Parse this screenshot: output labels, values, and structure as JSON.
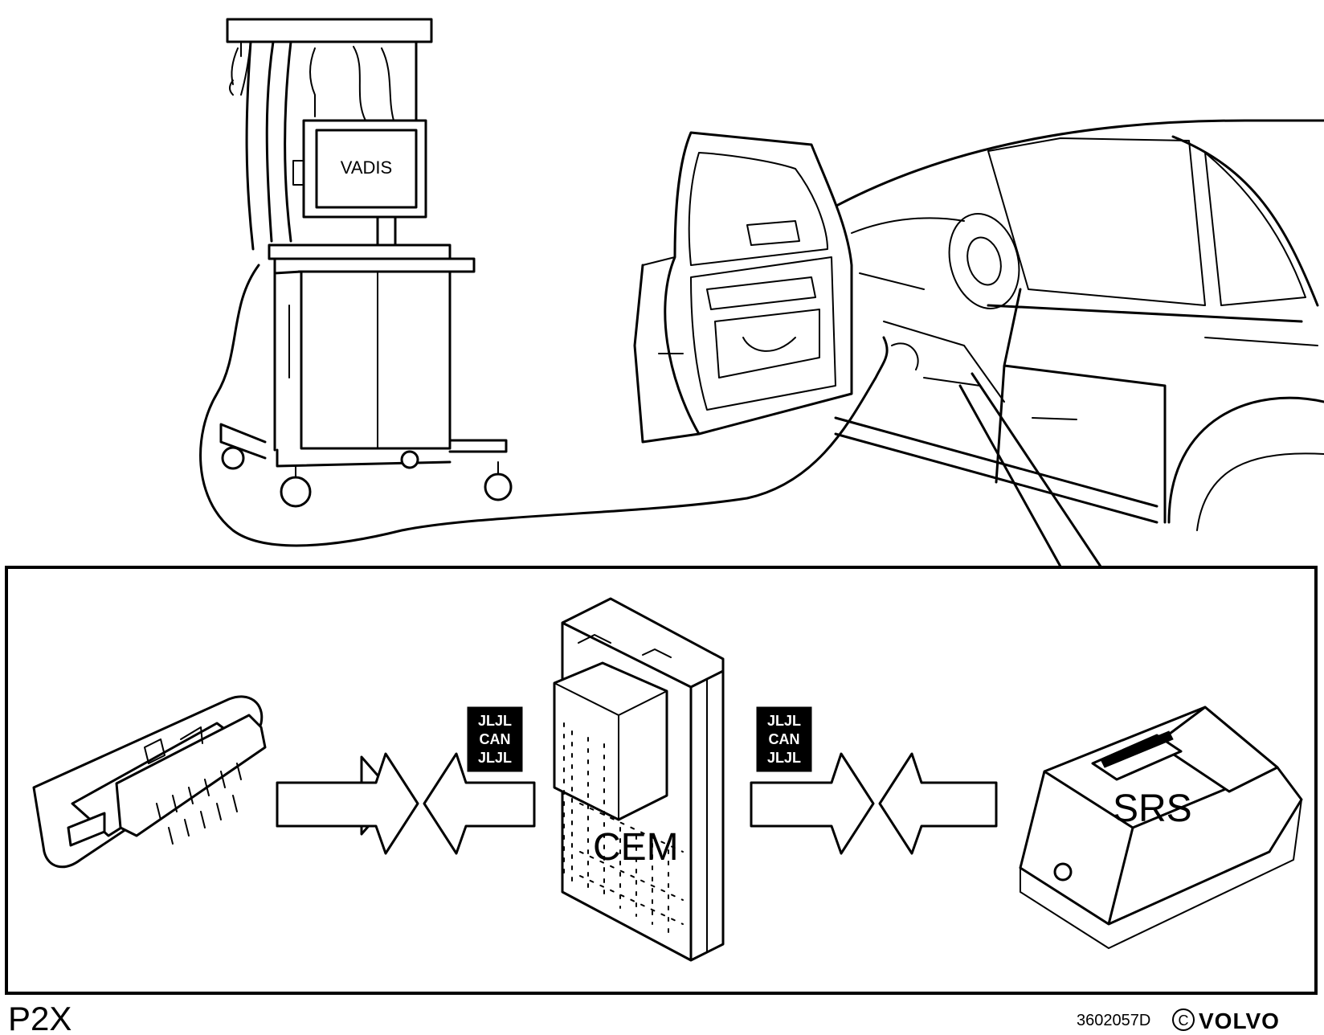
{
  "diagram": {
    "workstation_label": "VADIS",
    "cem_label": "CEM",
    "srs_label": "SRS",
    "bus_badges": [
      {
        "id": "bus-left",
        "lines": [
          "JLJL",
          "CAN",
          "JLJL"
        ]
      },
      {
        "id": "bus-right",
        "lines": [
          "JLJL",
          "CAN",
          "JLJL"
        ]
      }
    ],
    "platform_code": "P2X",
    "figure_id": "3602057D",
    "copyright_symbol": "C",
    "brand": "VOLVO"
  }
}
